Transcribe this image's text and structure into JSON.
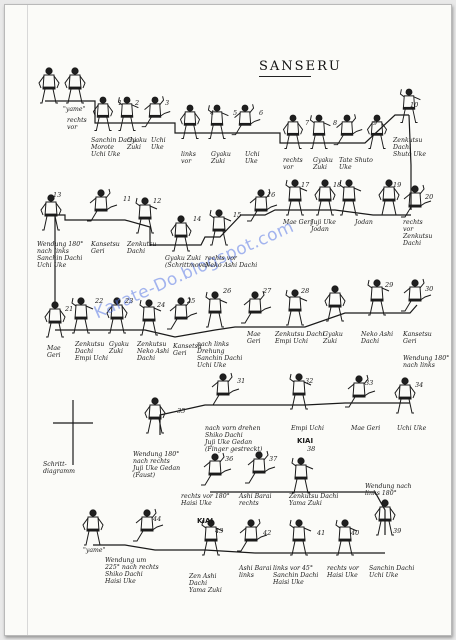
{
  "title": "SANSERU",
  "watermark": "Karate-Do.blogspot.com",
  "kiai_marks": [
    "KIAI",
    "KIAI"
  ],
  "schritt_diagramm": "Schritt-\ndiagramm",
  "yame_top": "\"yame\"",
  "yame_bottom": "\"yame\"",
  "step_numbers": [
    "1",
    "2",
    "3",
    "4",
    "5",
    "6",
    "7",
    "8",
    "9",
    "10",
    "11",
    "12",
    "13",
    "14",
    "15",
    "16",
    "17",
    "18",
    "19",
    "20",
    "21",
    "22",
    "23",
    "24",
    "25",
    "26",
    "27",
    "28",
    "29",
    "30",
    "31",
    "32",
    "33",
    "34",
    "35",
    "36",
    "37",
    "38",
    "39",
    "40",
    "41",
    "42",
    "43",
    "44"
  ],
  "captions": {
    "rechts_vor": "rechts\nvor",
    "s1": "Sanchin Dachi\nMorote\nUchi Uke",
    "s2": "Gyaku\nZuki",
    "s3": "Uchi\nUke",
    "s4": "links\nvor",
    "s5": "Gyaku\nZuki",
    "s6": "Uchi\nUke",
    "s7": "rechts\nvor",
    "s8": "Gyaku\nZuki",
    "s9": "Tate Shuto\nUke",
    "s10": "Zenkutsu\nDachi\nShuto Uke",
    "s11": "rechts\nvor\nZenkutsu\nDachi",
    "s12": "Mae Geri",
    "s13": "Juji Uke\nJodan",
    "s14": "Jodan",
    "s15": "rechts vor\nNeko Ashi Dachi",
    "s16": "Gyaku Zuki\n(Schrittmove)",
    "s17": "Zenkutsu\nDachi",
    "s18": "Kansetsu\nGeri",
    "s19": "Wendung 180°\nnach links\nSanchin Dachi\nUchi Uke",
    "s20": "Mae\nGeri",
    "s21": "Zenkutsu\nDachi\nEmpi Uchi",
    "s22": "Gyaku\nZuki",
    "s23": "Zenkutsu\nNeko Ashi\nDachi",
    "s24": "Kansetsu\nGeri",
    "s25": "nach links\nDrehung\nSanchin Dachi\nUchi Uke",
    "s26": "Mae\nGeri",
    "s27": "Zenkutsu Dachi\nEmpi Uchi",
    "s28": "Gyaku\nZuki",
    "s29": "Neko Ashi\nDachi",
    "s30": "Kansetsu\nGeri",
    "s31": "Wendung 180°\nnach links",
    "s32": "Empi Uchi",
    "s33": "Mae Geri",
    "s34": "Uchi Uke",
    "s35": "nach vorn drehen\nShiko Dachi\nJuji Uke Gedan\n(Finger gestreckt)",
    "s35b": "Wendung 180°\nnach rechts\nJuji Uke Gedan\n(Faust)",
    "s36": "rechts vor 180°\nHaisi Uke",
    "s37": "Ashi Barai\nrechts",
    "s38": "Zenkutsu Dachi\nYama Zuki",
    "s39": "Wendung nach\nlinks 180°",
    "s40": "rechts vor\nHaisi Uke",
    "s41": "links vor 45°\nSanchin Dachi\nHaisi Uke",
    "s42": "Ashi Barai\nlinks",
    "s43": "Zen Ashi\nDachi\nYama Zuki",
    "s44": "Wendung um\n225° nach rechts\nShiko Dachi\nHaisi Uke",
    "s39b": "Sanchin Dachi\nUchi Uke"
  }
}
